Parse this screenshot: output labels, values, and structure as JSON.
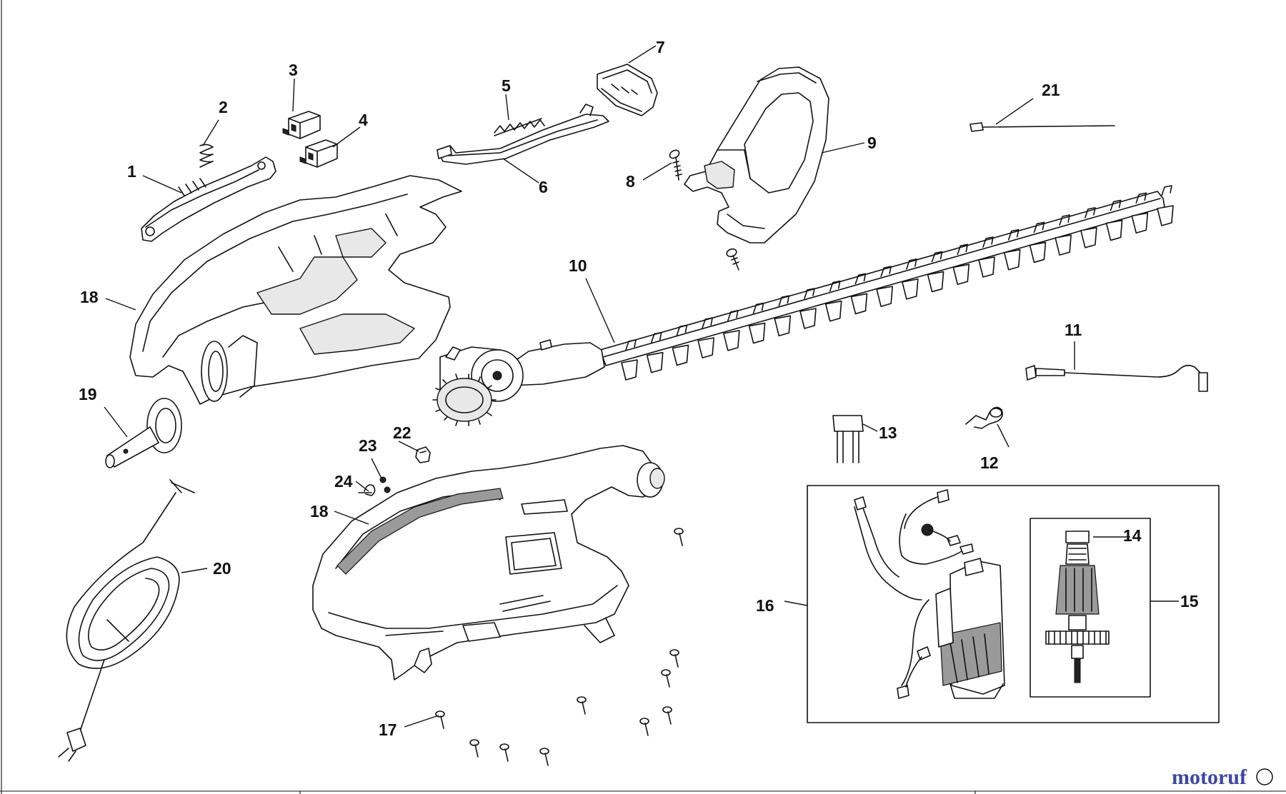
{
  "labels": {
    "p1": "1",
    "p2": "2",
    "p3": "3",
    "p4": "4",
    "p5": "5",
    "p6": "6",
    "p7": "7",
    "p8": "8",
    "p9": "9",
    "p10": "10",
    "p11": "11",
    "p12": "12",
    "p13": "13",
    "p14": "14",
    "p15": "15",
    "p16": "16",
    "p17": "17",
    "p18a": "18",
    "p18b": "18",
    "p19": "19",
    "p20": "20",
    "p21": "21",
    "p22": "22",
    "p23": "23",
    "p24": "24"
  },
  "watermark": {
    "text": "motoruf",
    "color_primary": "#3b46a8",
    "color_secondary": "#c0392b"
  }
}
